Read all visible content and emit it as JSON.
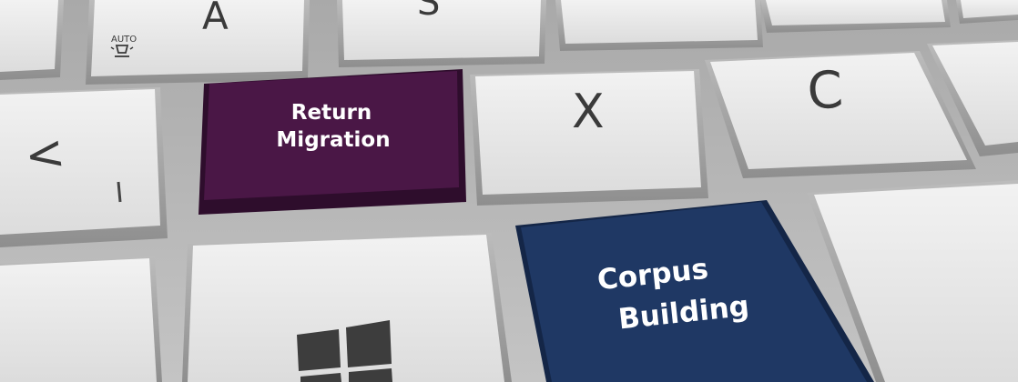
{
  "keys": {
    "a": "A",
    "s": "S",
    "x": "X",
    "c": "C",
    "comma": "<",
    "auto": "AUTO"
  },
  "highlight_keys": {
    "return_migration": {
      "line1": "Return",
      "line2": "Migration",
      "color": "#4a1746"
    },
    "corpus_building": {
      "line1": "Corpus",
      "line2": "Building",
      "color": "#1f3864"
    }
  },
  "icons": [
    "auto-light-icon",
    "windows-logo-icon"
  ]
}
